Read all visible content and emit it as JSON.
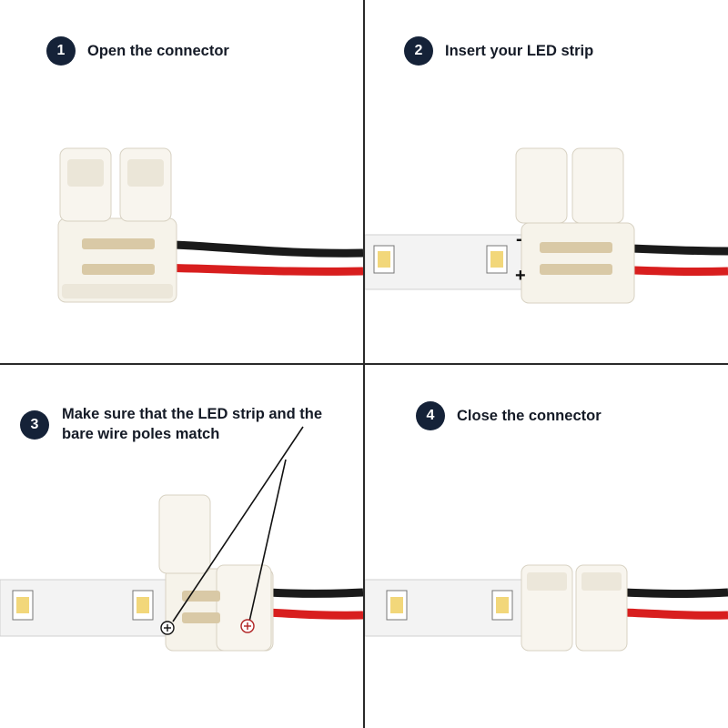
{
  "steps": [
    {
      "number": "1",
      "text": "Open the connector"
    },
    {
      "number": "2",
      "text": "Insert your LED strip"
    },
    {
      "number": "3",
      "text": "Make sure that the LED strip and the bare wire poles match"
    },
    {
      "number": "4",
      "text": "Close the connector"
    }
  ],
  "markers": {
    "minus": "-",
    "plus": "+"
  },
  "colors": {
    "badge": "#152238",
    "wire_red": "#d81e1e",
    "wire_black": "#1a1a1a",
    "led": "#f2d77a"
  }
}
